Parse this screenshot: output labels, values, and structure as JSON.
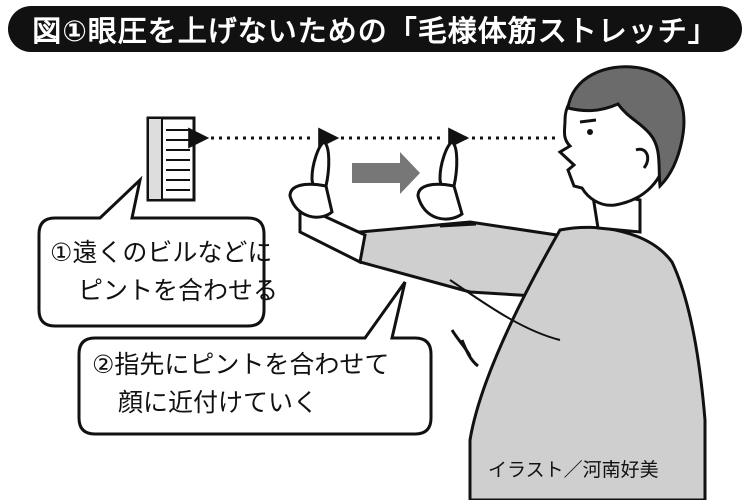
{
  "title": "図①眼圧を上げないための「毛様体筋ストレッチ」",
  "bubble1": {
    "line1": "①遠くのビルなどに",
    "line2": "ピントを合わせる"
  },
  "bubble2": {
    "line1": "②指先にピントを合わせて",
    "line2": "顔に近付けていく"
  },
  "credit": "イラスト／河南好美",
  "colors": {
    "title_bg": "#111111",
    "arrow": "#777777",
    "sleeve": "#cfcfcf",
    "hair": "#6b6b6b"
  },
  "icons": [
    "building-icon",
    "dotted-arrow-icon",
    "move-arrow-icon",
    "hand-icon"
  ]
}
